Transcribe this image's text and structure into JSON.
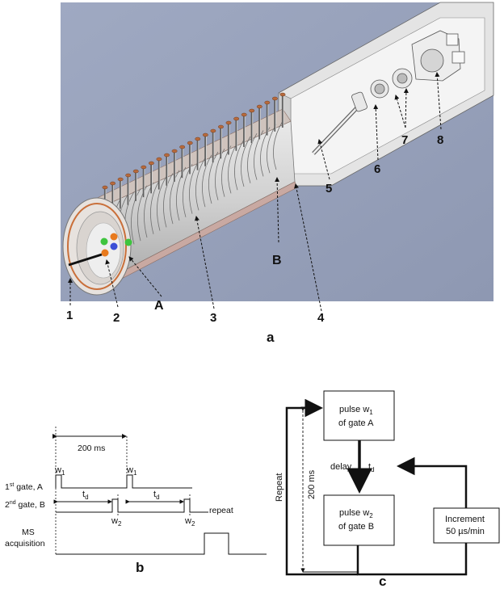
{
  "panel_a": {
    "letter": "a",
    "callouts": [
      {
        "id": "1",
        "text": "1"
      },
      {
        "id": "2",
        "text": "2"
      },
      {
        "id": "3",
        "text": "3"
      },
      {
        "id": "4",
        "text": "4"
      },
      {
        "id": "5",
        "text": "5"
      },
      {
        "id": "6",
        "text": "6"
      },
      {
        "id": "7",
        "text": "7"
      },
      {
        "id": "8",
        "text": "8"
      },
      {
        "id": "A",
        "text": "A"
      },
      {
        "id": "B",
        "text": "B"
      }
    ],
    "ion_colors": [
      "#e87a1e",
      "#3ec43e",
      "#3b4fd6",
      "#e87a1e",
      "#3ec43e"
    ]
  },
  "panel_b": {
    "letter": "b",
    "period": "200 ms",
    "gate_a_label": "1st gate, A",
    "gate_a_sup": "st",
    "gate_b_label": "2nd gate, B",
    "gate_b_sup": "nd",
    "ms_label_1": "MS",
    "ms_label_2": "acquisition",
    "w1": "w",
    "w1_sub": "1",
    "w2": "w",
    "w2_sub": "2",
    "td": "t",
    "td_sub": "d",
    "repeat": "repeat"
  },
  "panel_c": {
    "letter": "c",
    "box1_line1": "pulse w",
    "box1_sub": "1",
    "box1_line2": "of gate A",
    "box2_line1": "pulse w",
    "box2_sub": "2",
    "box2_line2": "of gate B",
    "delay": "delay",
    "td": "t",
    "td_sub": "d",
    "increment_1": "Increment",
    "increment_2": "50 µs/min",
    "repeat": "Repeat",
    "period": "200 ms"
  }
}
